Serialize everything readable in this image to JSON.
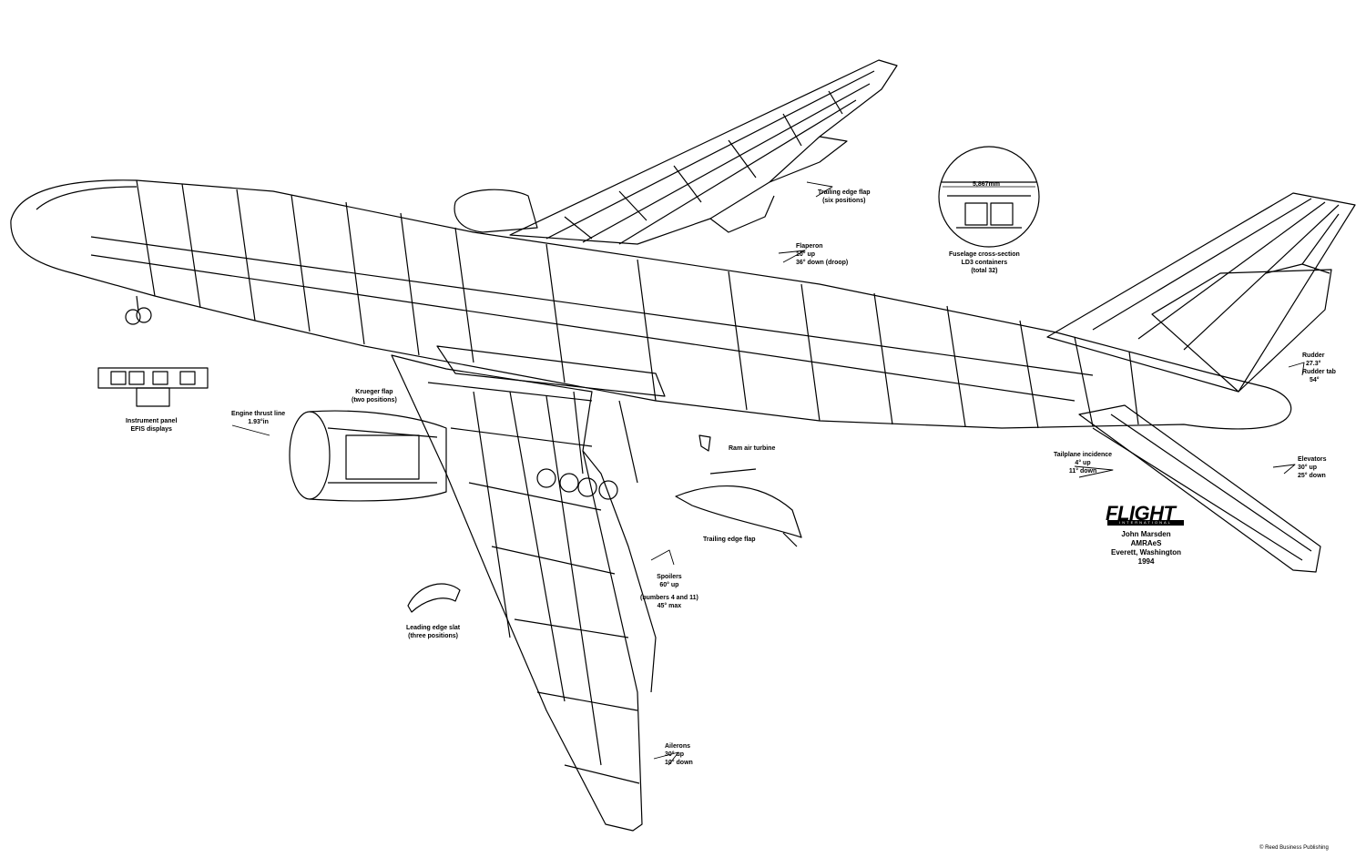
{
  "labels": {
    "instrument_panel": [
      "Instrument panel",
      "EFIS displays"
    ],
    "engine_thrust": [
      "Engine thrust line",
      "1.93°in"
    ],
    "krueger_flap": [
      "Krueger flap",
      "(two positions)"
    ],
    "leading_edge_slat": [
      "Leading edge slat",
      "(three positions)"
    ],
    "trailing_edge_flap_top": [
      "Trailing edge flap",
      "(six positions)"
    ],
    "flaperon": [
      "Flaperon",
      "10° up",
      "36° down (droop)"
    ],
    "fuselage_section": [
      "Fuselage cross-section",
      "LD3 containers",
      "(total 32)"
    ],
    "cross_section_dim": "5,867mm",
    "ram_air_turbine": "Ram air turbine",
    "trailing_edge_flap": "Trailing edge flap",
    "spoilers": [
      "Spoilers",
      "60° up",
      "(numbers 4 and 11)",
      "45° max"
    ],
    "ailerons": [
      "Ailerons",
      "30° up",
      "10° down"
    ],
    "tailplane": [
      "Tailplane incidence",
      "4° up",
      "11° down"
    ],
    "rudder": [
      "Rudder",
      "27.3°",
      "Rudder tab",
      "54°"
    ],
    "elevators": [
      "Elevators",
      "30° up",
      "25° down"
    ]
  },
  "credit": {
    "brand": "FLIGHT",
    "brand_sub": "INTERNATIONAL",
    "lines": [
      "John Marsden",
      "AMRAeS",
      "Everett, Washington",
      "1994"
    ]
  },
  "copyright": "© Reed Business Publishing"
}
